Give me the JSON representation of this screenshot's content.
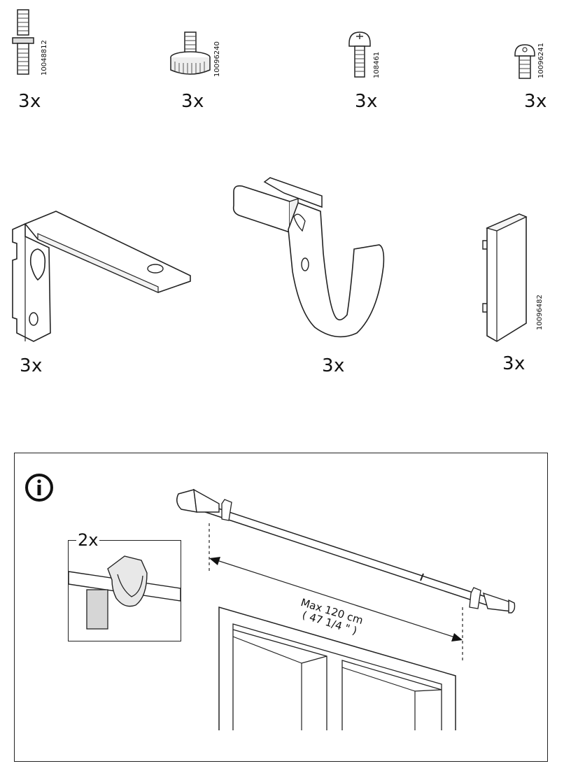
{
  "parts_row1": [
    {
      "code": "10048812",
      "qty": "3x",
      "icon": "double-ended-stud-icon"
    },
    {
      "code": "10096240",
      "qty": "3x",
      "icon": "knurled-thumb-screw-icon"
    },
    {
      "code": "108461",
      "qty": "3x",
      "icon": "pan-head-screw-icon"
    },
    {
      "code": "10096241",
      "qty": "3x",
      "icon": "small-torx-screw-icon"
    }
  ],
  "parts_row2": [
    {
      "code": "",
      "qty": "3x",
      "icon": "wall-bracket-icon"
    },
    {
      "code": "",
      "qty": "3x",
      "icon": "rod-holder-hook-icon"
    },
    {
      "code": "10096482",
      "qty": "3x",
      "icon": "end-cap-block-icon"
    }
  ],
  "info": {
    "icon": "info-icon",
    "detail_multiplier": "2x",
    "dimension_line1": "Max 120 cm",
    "dimension_line2": "( 47 1/4 \" )"
  }
}
